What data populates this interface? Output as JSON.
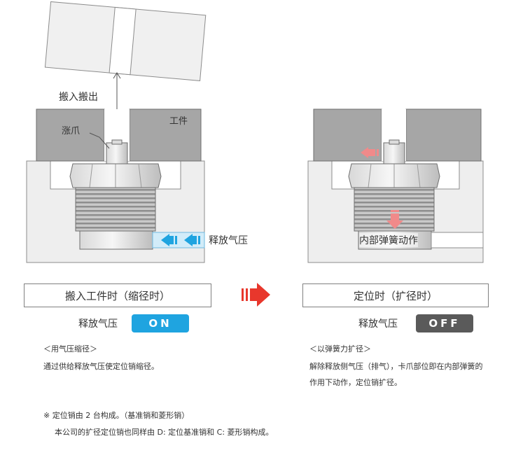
{
  "left_diagram": {
    "label_in_out": "搬入搬出",
    "label_workpiece": "工件",
    "label_claw": "涨爪",
    "label_release": "释放气压"
  },
  "right_diagram": {
    "label_spring": "内部弹簧动作"
  },
  "left_panel": {
    "title": "搬入工件时（缩径时）",
    "state_label": "释放气压",
    "state_value": "ON",
    "state_color": "#1fa4e0",
    "desc_heading": "＜用气压缩径＞",
    "desc_body": "通过供给释放气压使定位销缩径。"
  },
  "right_panel": {
    "title": "定位时（扩径时）",
    "state_label": "释放气压",
    "state_value": "OFF",
    "state_color": "#5a5a5a",
    "desc_heading": "＜以弹簧力扩径＞",
    "desc_body_line1": "解除释放侧气压（排气），卡爪部位即在内部弹簧的",
    "desc_body_line2": "作用下动作，定位销扩径。"
  },
  "notes": {
    "line1": "※ 定位销由 2 台构成。（基准销和菱形销）",
    "line2": "本公司的扩径定位销也同样由 D: 定位基准销和 C: 菱形销构成。"
  },
  "colors": {
    "arrow_red": "#e8372c",
    "air_blue": "#1fa4e0",
    "spring_pink": "#f08a8a",
    "body_gray": "#9a9a9a"
  },
  "icons": {
    "transition_arrow": "right-arrow-icon",
    "move_arrow": "double-vertical-arrow-icon"
  }
}
